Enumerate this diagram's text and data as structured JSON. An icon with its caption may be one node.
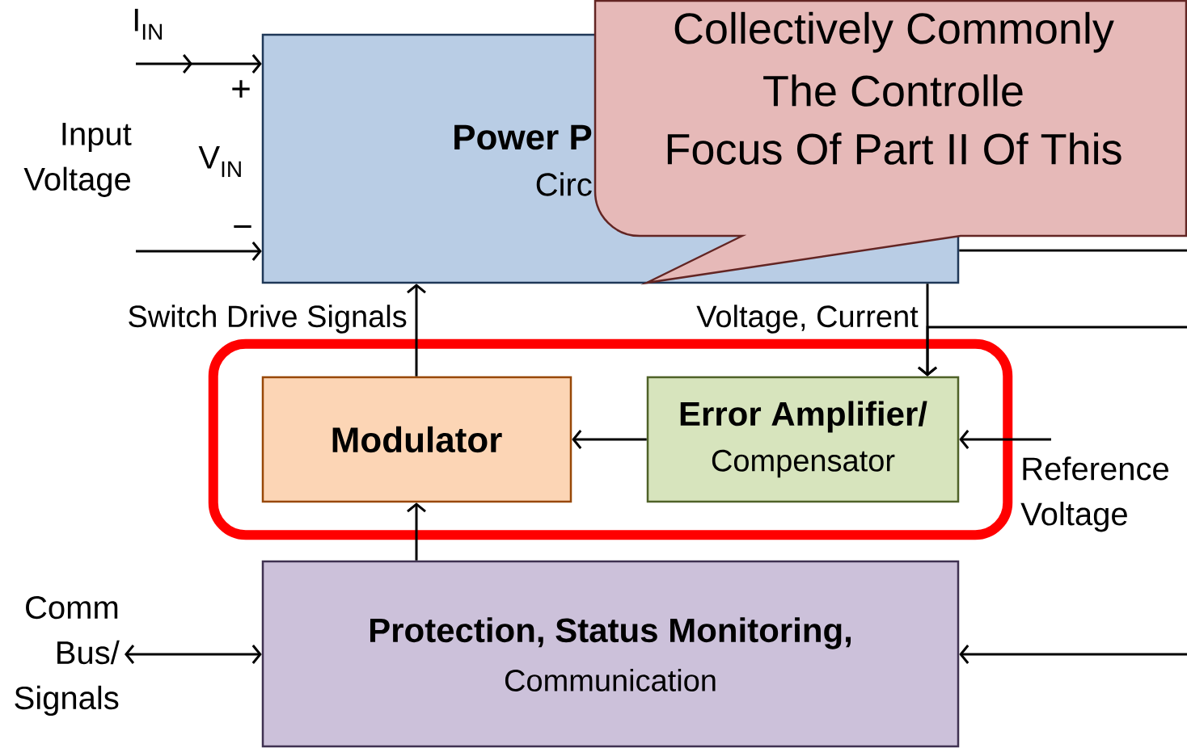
{
  "diagram": {
    "nodes": [
      {
        "text": [
          "Power P",
          "Circ"
        ]
      },
      {
        "text": [
          "Collectively Commonly",
          "The Controlle",
          "Focus Of Part II Of This"
        ]
      },
      {
        "text": [],
        "shape": "box"
      },
      {
        "text": [
          "Modulator"
        ],
        "in": 2
      },
      {
        "text": [
          "Error Amplifier/",
          "Compensator"
        ],
        "in": 2
      },
      {
        "text": [
          "Protection, Status Monitoring,",
          "Communication"
        ]
      },
      {
        "text": [
          "Comm Bus/ Signals"
        ]
      }
    ],
    "edges": [
      {
        "from": null,
        "to": 0,
        "arrow": "to"
      },
      {
        "from": null,
        "to": 0,
        "arrow": "to"
      },
      {
        "from": 3,
        "to": 0,
        "arrow": "to",
        "label": "Switch Drive Signals"
      },
      {
        "from": 4,
        "to": 3,
        "arrow": "to"
      },
      {
        "from": 0,
        "to": 4,
        "arrow": "to",
        "label": "Voltage, Current"
      },
      {
        "from": null,
        "to": 4,
        "arrow": "to"
      },
      {
        "from": 0,
        "to": null,
        "arrow": "none"
      },
      {
        "from": null,
        "to": 4,
        "arrow": "to"
      },
      {
        "from": 5,
        "to": 3,
        "arrow": "to"
      },
      {
        "from": 6,
        "to": 5,
        "arrow": "both"
      },
      {
        "from": null,
        "to": 5,
        "arrow": "to"
      }
    ],
    "labels": [
      "I$_{IN}$",
      "+",
      "Input Voltage",
      "V$_{IN}$",
      "−",
      "Reference Voltage"
    ]
  }
}
